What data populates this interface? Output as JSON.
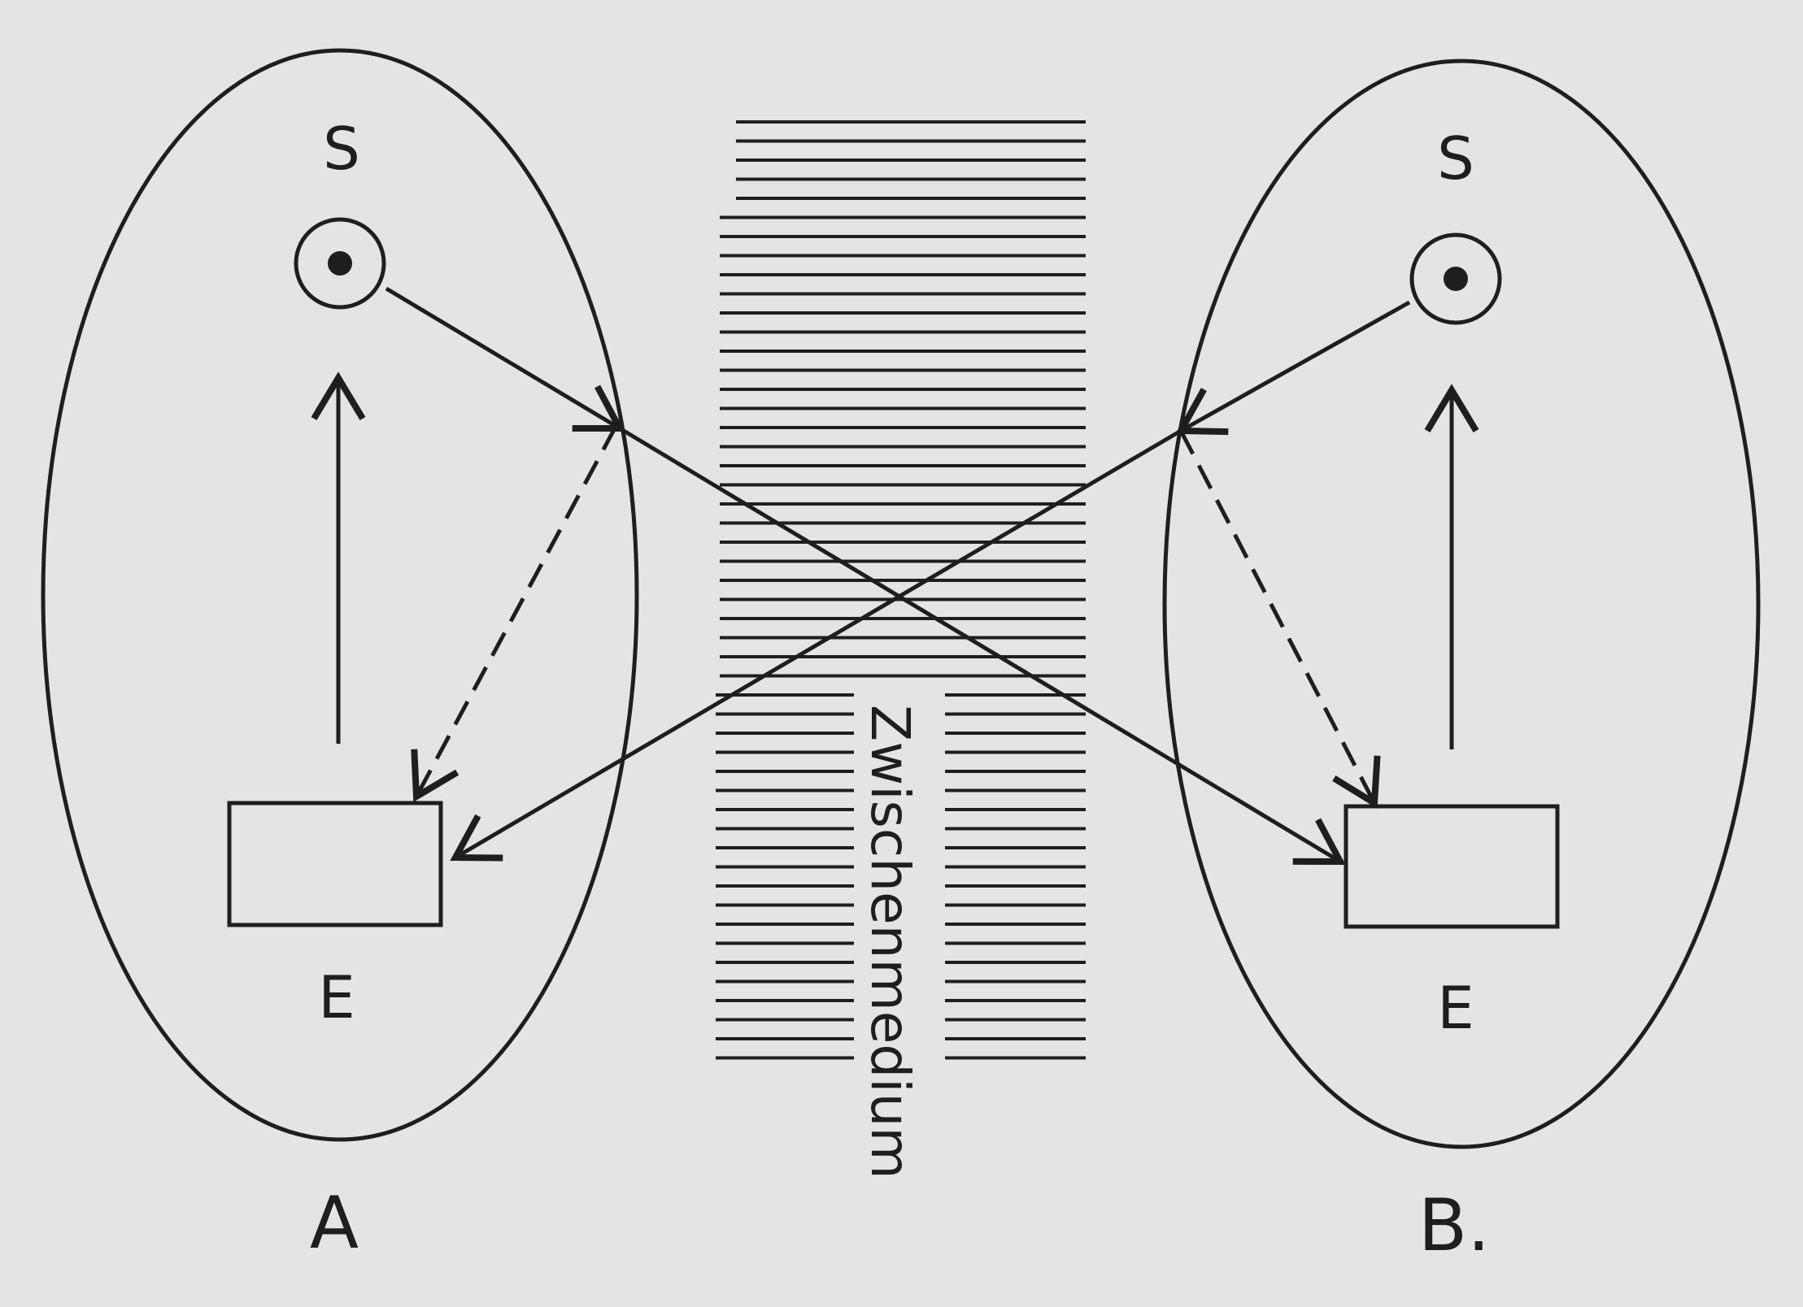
{
  "colors": {
    "paper": "#e3e5e3",
    "ink": "#1e1e1e"
  },
  "organism_a": {
    "label": "A",
    "sender_label": "S",
    "receiver_label": "E"
  },
  "organism_b": {
    "label": "B.",
    "sender_label": "S",
    "receiver_label": "E"
  },
  "medium": {
    "label": "Zwischenmedium"
  }
}
